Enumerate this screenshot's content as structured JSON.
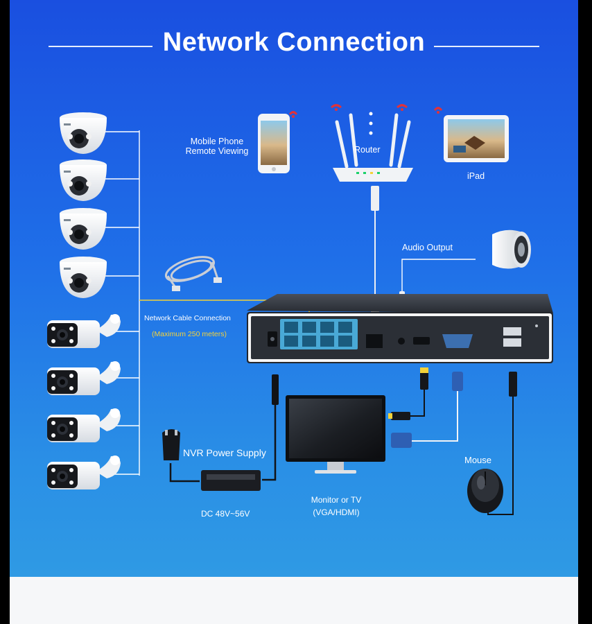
{
  "title": "Network Connection",
  "labels": {
    "mobile_line1": "Mobile Phone",
    "mobile_line2": "Remote Viewing",
    "router": "Router",
    "ipad": "iPad",
    "audio_output": "Audio Output",
    "network_cable": "Network Cable Connection",
    "max_distance": "(Maximum 250 meters)",
    "nvr_power": "NVR Power Supply",
    "dc_voltage": "DC 48V~56V",
    "monitor_line1": "Monitor or TV",
    "monitor_line2": "(VGA/HDMI)",
    "mouse": "Mouse"
  },
  "colors": {
    "accent_yellow": "#f3d23a",
    "text": "#ffffff",
    "wifi_red": "#e0323a",
    "poe_port": "#49a9d6"
  },
  "devices": {
    "dome_cameras": 4,
    "bullet_cameras": 4,
    "poe_ports": 8
  }
}
